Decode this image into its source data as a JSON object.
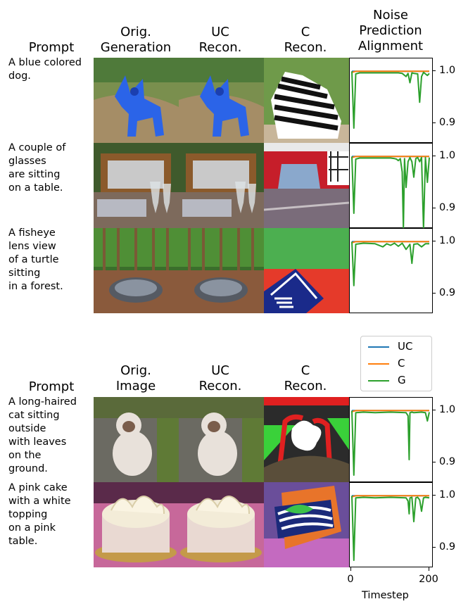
{
  "panel1": {
    "headers": {
      "prompt": "Prompt",
      "orig": "Orig.\nGeneration",
      "uc": "UC\nRecon.",
      "c": "C\nRecon.",
      "noise": "Noise\nPrediction\nAlignment"
    },
    "rows": [
      {
        "prompt": "A blue colored\ndog."
      },
      {
        "prompt": "A couple of\nglasses\nare sitting\non a table."
      },
      {
        "prompt": "A fisheye\nlens view\nof a turtle\nsitting\nin a forest."
      }
    ]
  },
  "panel2": {
    "headers": {
      "prompt": "Prompt",
      "orig": "Orig.\nImage",
      "uc": "UC\nRecon.",
      "c": "C\nRecon."
    },
    "rows": [
      {
        "prompt": "A long-haired\ncat sitting\noutside\nwith leaves\non the\nground."
      },
      {
        "prompt": "A pink cake\nwith a white\ntopping\non a pink\ntable."
      }
    ]
  },
  "legend": [
    {
      "name": "UC",
      "color": "#1f77b4"
    },
    {
      "name": "C",
      "color": "#ff7f0e"
    },
    {
      "name": "G",
      "color": "#2ca02c"
    }
  ],
  "axes": {
    "xlabel": "Timestep",
    "xticks": [
      "0",
      "200"
    ],
    "yticks": [
      "1.0",
      "0.9"
    ]
  },
  "chart_data": [
    {
      "type": "line",
      "xlim": [
        0,
        200
      ],
      "ylim": [
        0.86,
        1.025
      ],
      "series": [
        {
          "name": "UC",
          "x": [
            0,
            200
          ],
          "y": [
            1.0,
            1.0
          ]
        },
        {
          "name": "C",
          "x": [
            0,
            10,
            200
          ],
          "y": [
            0.998,
            1.0,
            1.0
          ]
        },
        {
          "name": "G",
          "x": [
            0,
            5,
            10,
            20,
            40,
            80,
            120,
            130,
            140,
            145,
            150,
            155,
            160,
            170,
            175,
            180,
            185,
            190,
            195,
            200
          ],
          "y": [
            1.0,
            0.89,
            0.995,
            0.997,
            0.997,
            0.997,
            0.997,
            0.996,
            0.99,
            0.996,
            0.978,
            0.997,
            0.996,
            0.995,
            0.94,
            0.99,
            0.998,
            0.995,
            0.992,
            0.996
          ]
        }
      ]
    },
    {
      "type": "line",
      "xlim": [
        0,
        200
      ],
      "ylim": [
        0.86,
        1.025
      ],
      "series": [
        {
          "name": "UC",
          "x": [
            0,
            200
          ],
          "y": [
            1.0,
            1.0
          ]
        },
        {
          "name": "C",
          "x": [
            0,
            10,
            200
          ],
          "y": [
            0.998,
            1.0,
            1.0
          ]
        },
        {
          "name": "G",
          "x": [
            0,
            5,
            10,
            20,
            60,
            100,
            110,
            115,
            120,
            125,
            130,
            133,
            136,
            140,
            145,
            150,
            155,
            160,
            165,
            170,
            175,
            180,
            185,
            190,
            195,
            200
          ],
          "y": [
            1.0,
            0.89,
            0.995,
            0.997,
            0.997,
            0.997,
            0.996,
            0.995,
            0.992,
            0.996,
            0.97,
            0.86,
            0.996,
            0.94,
            0.99,
            0.998,
            0.99,
            0.96,
            0.996,
            0.998,
            0.99,
            0.998,
            0.86,
            0.998,
            0.95,
            0.998
          ]
        }
      ]
    },
    {
      "type": "line",
      "xlim": [
        0,
        200
      ],
      "ylim": [
        0.86,
        1.025
      ],
      "series": [
        {
          "name": "UC",
          "x": [
            0,
            200
          ],
          "y": [
            1.0,
            1.0
          ]
        },
        {
          "name": "C",
          "x": [
            0,
            10,
            200
          ],
          "y": [
            0.998,
            1.0,
            1.0
          ]
        },
        {
          "name": "G",
          "x": [
            0,
            5,
            10,
            30,
            60,
            80,
            90,
            100,
            110,
            120,
            130,
            140,
            150,
            155,
            160,
            170,
            180,
            190,
            200
          ],
          "y": [
            1.0,
            0.915,
            0.995,
            0.997,
            0.996,
            0.99,
            0.996,
            0.993,
            0.997,
            0.991,
            0.997,
            0.985,
            0.995,
            0.958,
            0.995,
            0.996,
            0.99,
            0.996,
            0.996
          ]
        }
      ]
    },
    {
      "type": "line",
      "xlim": [
        0,
        200
      ],
      "ylim": [
        0.86,
        1.025
      ],
      "series": [
        {
          "name": "UC",
          "x": [
            0,
            200
          ],
          "y": [
            1.0,
            1.0
          ]
        },
        {
          "name": "C",
          "x": [
            0,
            10,
            200
          ],
          "y": [
            0.998,
            1.0,
            1.0
          ]
        },
        {
          "name": "G",
          "x": [
            0,
            5,
            10,
            30,
            60,
            100,
            140,
            145,
            148,
            150,
            155,
            160,
            180,
            190,
            195,
            200
          ],
          "y": [
            1.0,
            0.875,
            0.996,
            0.997,
            0.996,
            0.997,
            0.996,
            0.99,
            0.905,
            0.996,
            0.997,
            0.996,
            0.997,
            0.996,
            0.98,
            0.997
          ]
        }
      ]
    },
    {
      "type": "line",
      "xlim": [
        0,
        200
      ],
      "ylim": [
        0.86,
        1.025
      ],
      "series": [
        {
          "name": "UC",
          "x": [
            0,
            200
          ],
          "y": [
            1.0,
            1.0
          ]
        },
        {
          "name": "C",
          "x": [
            0,
            10,
            200
          ],
          "y": [
            0.998,
            1.0,
            1.0
          ]
        },
        {
          "name": "G",
          "x": [
            0,
            5,
            10,
            30,
            60,
            100,
            140,
            145,
            148,
            150,
            155,
            160,
            165,
            170,
            175,
            180,
            185,
            190,
            200
          ],
          "y": [
            1.0,
            0.875,
            0.996,
            0.997,
            0.996,
            0.997,
            0.996,
            0.99,
            0.965,
            0.996,
            0.997,
            0.95,
            0.996,
            0.997,
            0.992,
            0.97,
            0.996,
            0.997,
            0.996
          ]
        }
      ]
    }
  ]
}
